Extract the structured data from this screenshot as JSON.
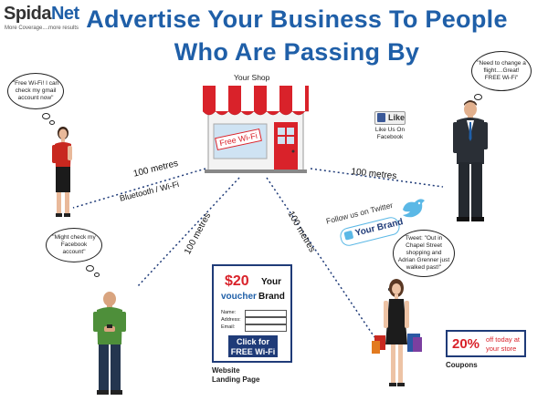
{
  "logo": {
    "name_part1": "Spida",
    "name_part2": "Net",
    "tagline": "More Coverage....more results"
  },
  "headline": {
    "line1": "Advertise Your Business To People",
    "line2": "Who Are Passing By"
  },
  "shop": {
    "label": "Your Shop",
    "sign": "Free Wi-Fi"
  },
  "facebook": {
    "like_label": "Like",
    "caption": "Like Us On Facebook"
  },
  "bubbles": {
    "woman_top": "\"Free Wi-Fi! I can check my gmail account now\"",
    "man_right": "\"Need to change a flight....Great! FREE Wi-Fi\"",
    "man_left": "\"Might check my Facebook account\"",
    "woman_right": "Tweet: \"Out in Chapel Street shopping and Adrian Grenner just walked past!\""
  },
  "connections": {
    "left": "100 metres",
    "left_sub": "Bluetooth / Wi-Fi",
    "right": "100 metres",
    "down_left": "100 metres",
    "down_right": "100 metres"
  },
  "twitter": {
    "follow": "Follow us on Twitter",
    "brand": "Your Brand"
  },
  "landing": {
    "price": "$20",
    "brand_word": "Your",
    "voucher": "voucher",
    "brand": "Brand",
    "field1": "Name:",
    "field2": "Address:",
    "field3": "Email:",
    "button_line1": "Click for",
    "button_line2": "FREE Wi-Fi",
    "caption_line1": "Website",
    "caption_line2": "Landing Page"
  },
  "coupon": {
    "percent": "20%",
    "line1": "off today at",
    "line2": "your store",
    "caption": "Coupons"
  },
  "colors": {
    "brand_blue": "#1f5fa8",
    "navy": "#1f3b78",
    "shop_red": "#d9222a",
    "coupon_red": "#d9222a"
  }
}
